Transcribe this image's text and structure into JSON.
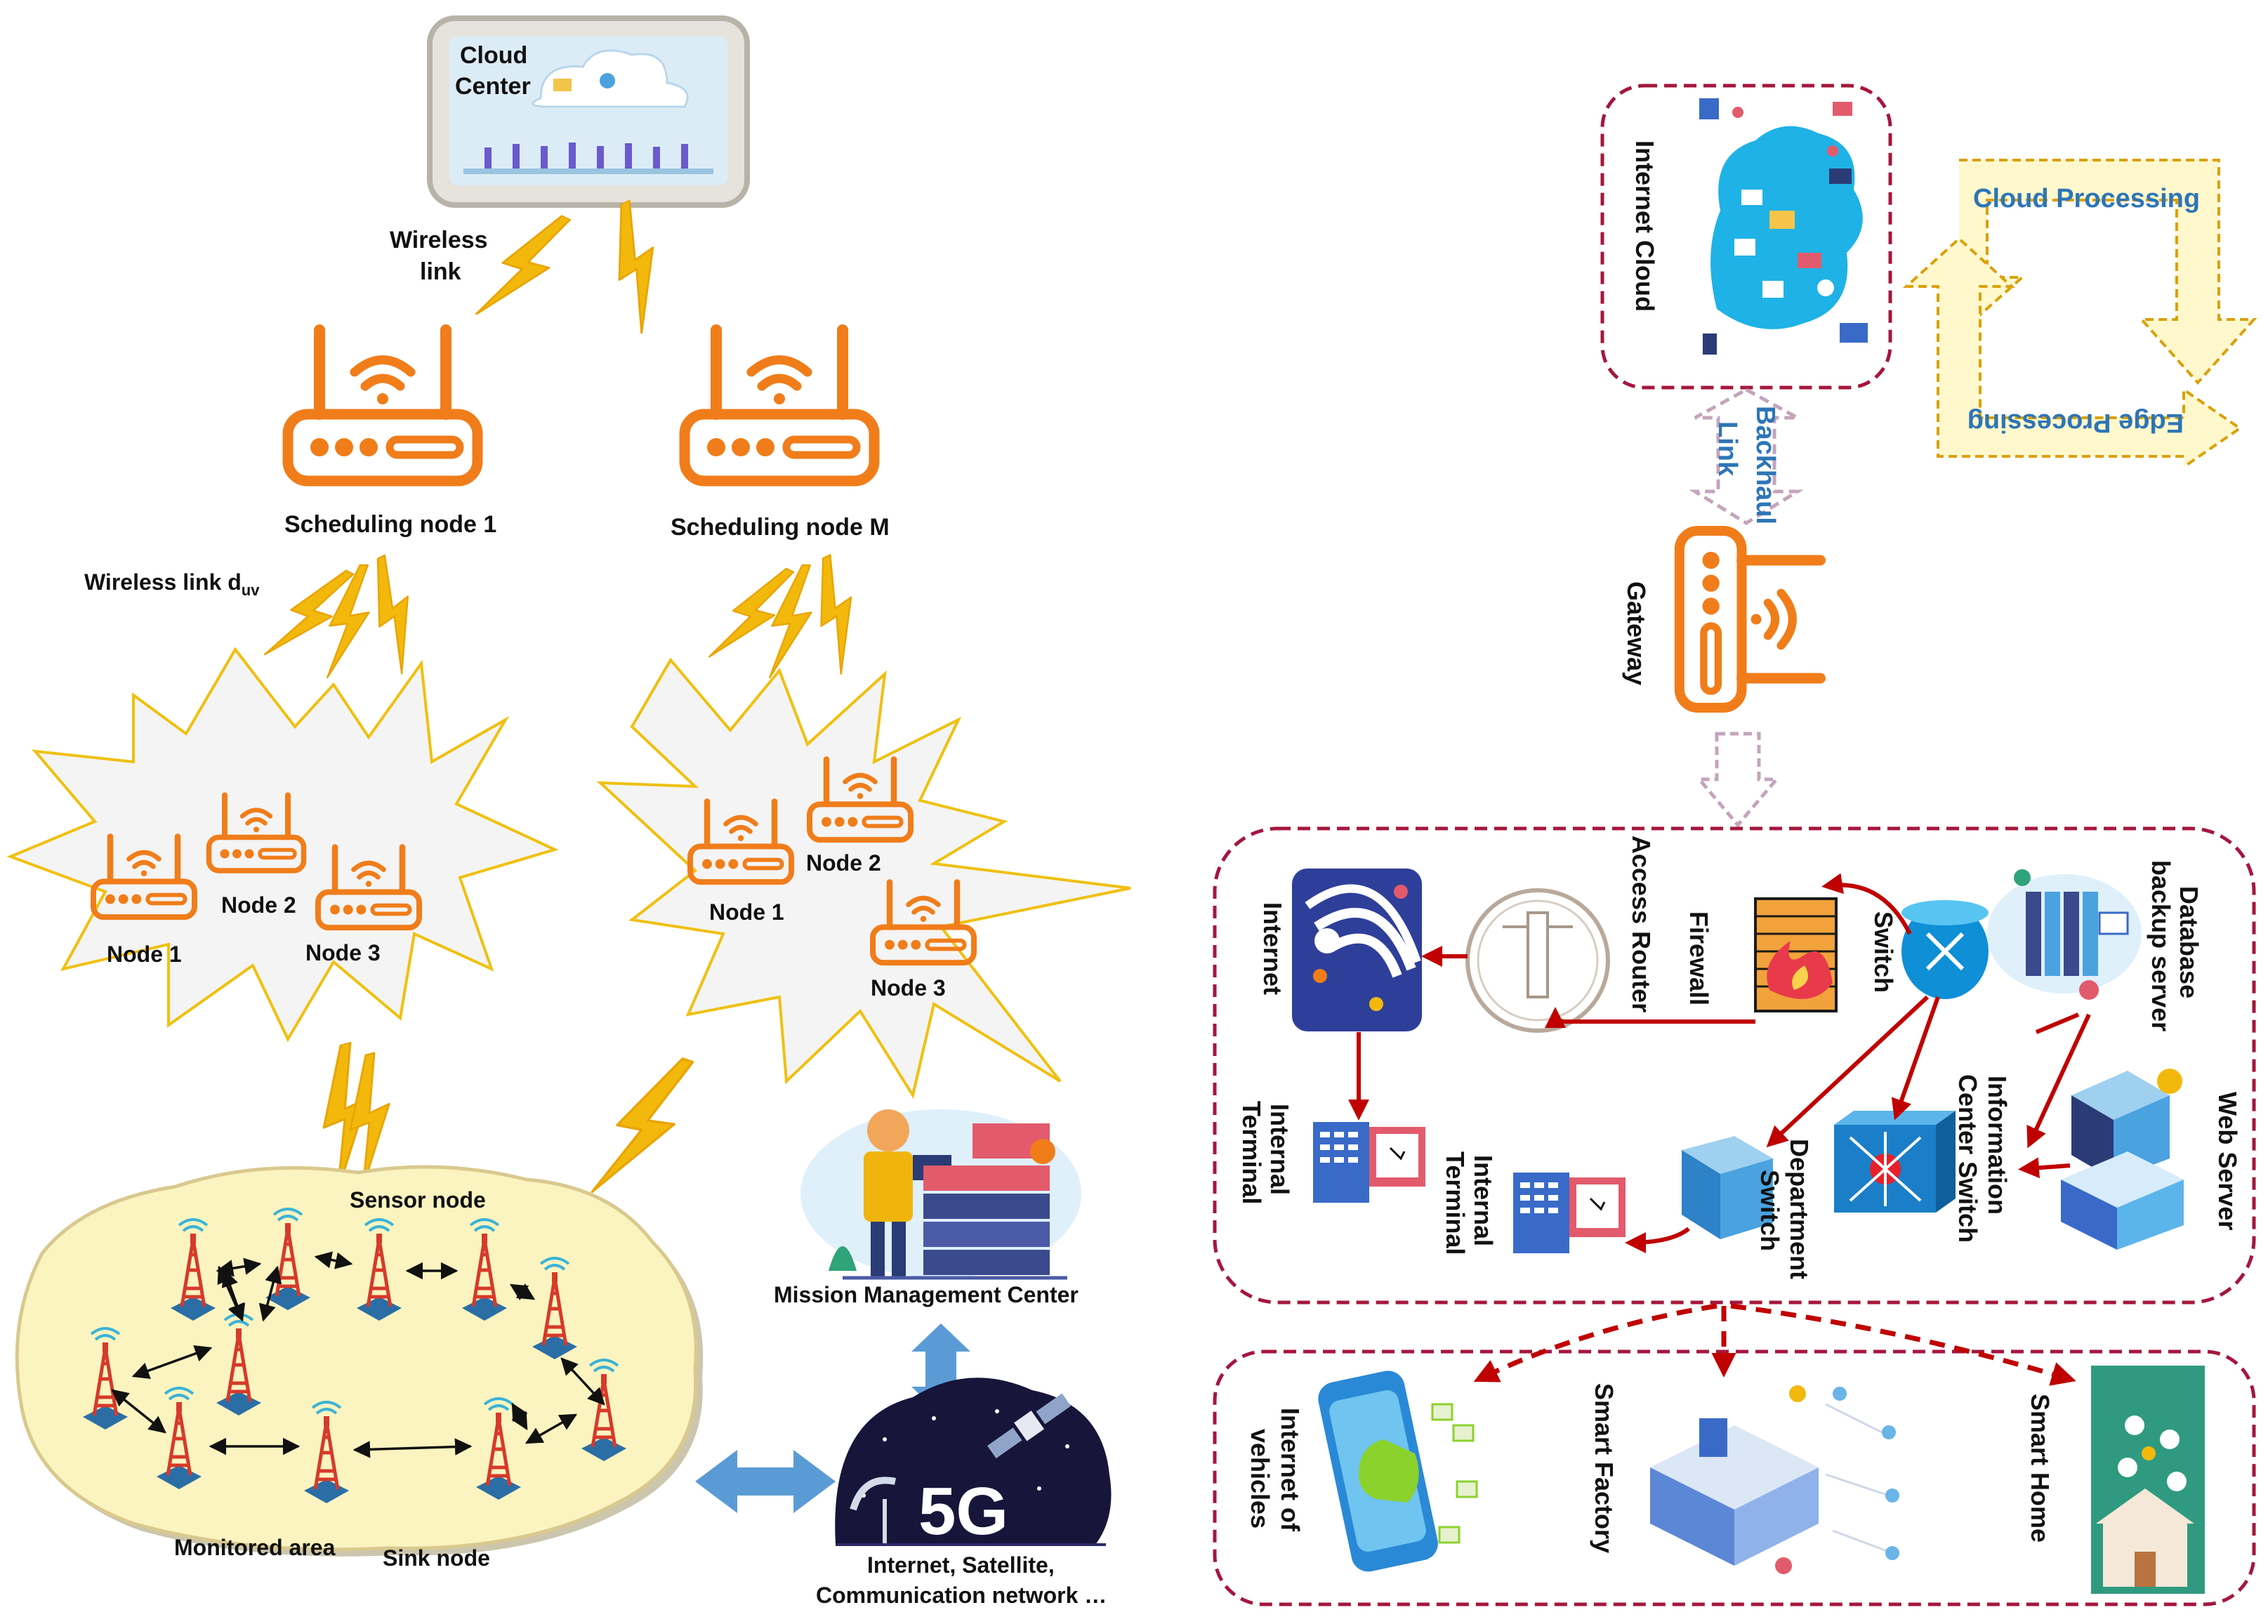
{
  "colors": {
    "router": "#f07d1a",
    "bolt": "#f2b80c",
    "cloud_frame": "#a5163d",
    "red_arrow": "#c00000",
    "blue_text": "#2e75b6",
    "monitored_area": "#fbf4c0",
    "double_arrow": "#5b9bd5"
  },
  "left": {
    "cloud_center": [
      "Cloud",
      "Center"
    ],
    "wireless_link": [
      "Wireless",
      "link"
    ],
    "scheduling_node_1": "Scheduling node 1",
    "scheduling_node_m": "Scheduling node M",
    "wireless_link_duv": "Wireless link d",
    "wireless_link_duv_sub": "uv",
    "cluster_a": {
      "node1": "Node 1",
      "node2": "Node 2",
      "node3": "Node 3"
    },
    "cluster_b": {
      "node1": "Node 1",
      "node2": "Node 2",
      "node3": "Node 3"
    },
    "sensor_node": "Sensor node",
    "monitored_area": "Monitored area",
    "sink_node": "Sink node",
    "mission_center": "Mission Management Center",
    "network_caption": [
      "Internet, Satellite,",
      "Communication network …"
    ],
    "fiveg_label": "5G"
  },
  "right": {
    "internet_cloud": "Internet Cloud",
    "cloud_processing": "Cloud Processing",
    "edge_processing": "Edge Processing",
    "backhaul_link": [
      "Backhaul",
      "Link"
    ],
    "gateway": "Gateway",
    "access_router": "Access Router",
    "firewall": "Firewall",
    "switch": "Switch",
    "database_backup": [
      "Database",
      "backup server"
    ],
    "internet": "Internet",
    "internal_terminal_a": [
      "Internal",
      "Terminal"
    ],
    "internal_terminal_b": [
      "Internal",
      "Terminal"
    ],
    "department_switch": [
      "Department",
      "Switch"
    ],
    "info_center_switch": [
      "Information",
      "Center Switch"
    ],
    "web_server": [
      "Web Server"
    ],
    "internet_of_vehicles": [
      "Internet of",
      "vehicles"
    ],
    "smart_factory": "Smart Factory",
    "smart_home": "Smart Home"
  }
}
